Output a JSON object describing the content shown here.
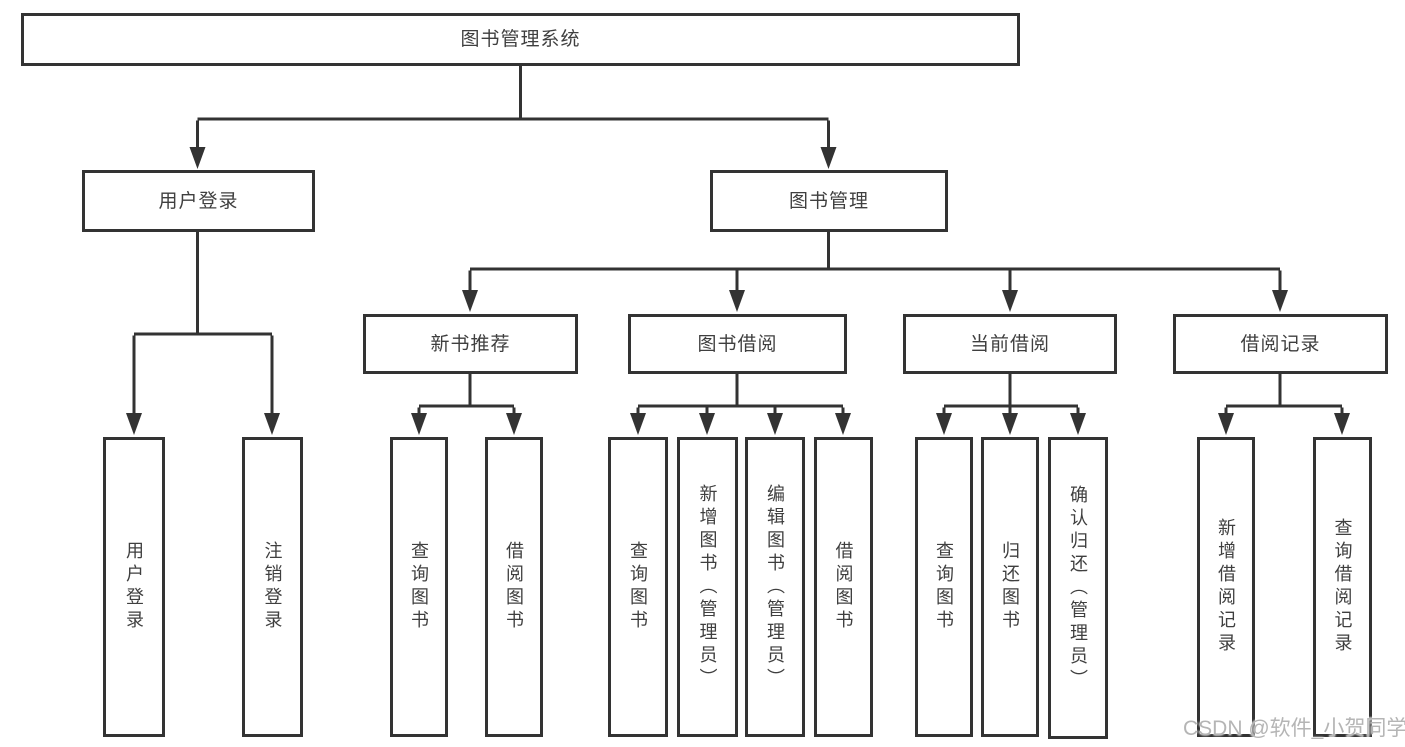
{
  "tree": {
    "label": "图书管理系统",
    "children": [
      {
        "label": "用户登录",
        "children": [
          {
            "label": "用户登录"
          },
          {
            "label": "注销登录"
          }
        ]
      },
      {
        "label": "图书管理",
        "children": [
          {
            "label": "新书推荐",
            "children": [
              {
                "label": "查询图书"
              },
              {
                "label": "借阅图书"
              }
            ]
          },
          {
            "label": "图书借阅",
            "children": [
              {
                "label": "查询图书"
              },
              {
                "label": "新增图书（管理员）"
              },
              {
                "label": "编辑图书（管理员）"
              },
              {
                "label": "借阅图书"
              }
            ]
          },
          {
            "label": "当前借阅",
            "children": [
              {
                "label": "查询图书"
              },
              {
                "label": "归还图书"
              },
              {
                "label": "确认归还（管理员）"
              }
            ]
          },
          {
            "label": "借阅记录",
            "children": [
              {
                "label": "新增借阅记录"
              },
              {
                "label": "查询借阅记录"
              }
            ]
          }
        ]
      }
    ]
  },
  "watermark": {
    "text": "CSDN @软件_小贺同学"
  },
  "colors": {
    "line": "#333333",
    "node_border": "#333333",
    "node_text": "#3f3f3f",
    "watermark": "#b5b5b5",
    "background": "#ffffff"
  }
}
